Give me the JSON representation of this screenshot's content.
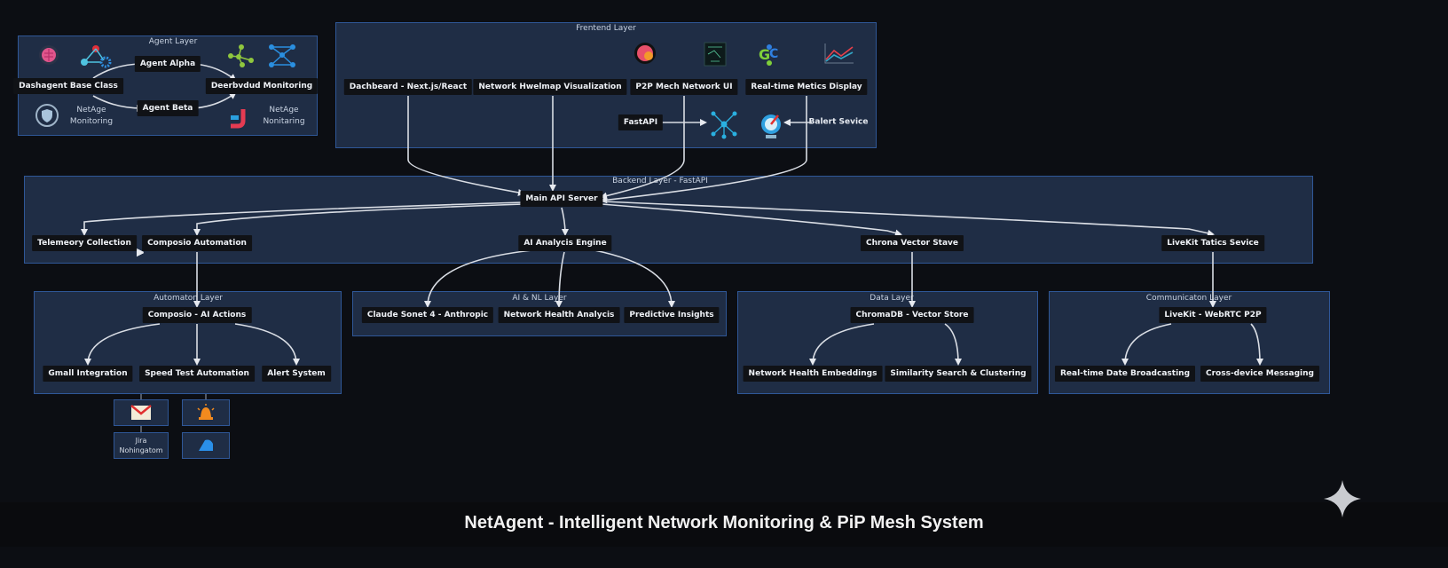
{
  "footer": {
    "title": "NetAgent - Intelligent Network Monitoring & PiP Mesh System"
  },
  "layers": {
    "agent": {
      "title": "Agent Layer",
      "nodes": {
        "base": "Dashagent Base Class",
        "alpha": "Agent Alpha",
        "beta": "Agent Beta",
        "monitor": "Deerbvdud Monitoring"
      },
      "labels": {
        "left": "NetAge\nMonitoring",
        "right": "NetAge\nNonitaring"
      }
    },
    "frontend": {
      "title": "Frentend Layer",
      "nodes": {
        "dashboard": "Dachbeard - Next.js/React",
        "heatmap": "Network Hwelmap Visualization",
        "p2p": "P2P Mech Network UI",
        "metrics": "Real-time Metics Display",
        "fastapi": "FastAPI",
        "alert": "Balert Sevice"
      }
    },
    "backend": {
      "title": "Backend Layer - FastAPI",
      "nodes": {
        "main": "Main API Server",
        "telemetry": "Telemeory Collection",
        "composio": "Composio Automation",
        "ai": "AI Analycis Engine",
        "chroma": "Chrona Vector Stave",
        "livekit": "LiveKit Tatics Sevice"
      }
    },
    "automation": {
      "title": "Automaton Layer",
      "nodes": {
        "composio": "Composio - AI Actions",
        "gmail": "Gmall Integration",
        "speed": "Speed Test Automation",
        "alert": "Alert System"
      },
      "icon_boxes": {
        "jira": "Jira\nNohingatom"
      }
    },
    "ai": {
      "title": "AI & NL Layer",
      "nodes": {
        "claude": "Claude Sonet 4 - Anthropic",
        "health": "Network Health Analycis",
        "predictive": "Predictive Insights"
      }
    },
    "data": {
      "title": "Data Layer",
      "nodes": {
        "chroma": "ChromaDB - Vector Store",
        "embeddings": "Network Health Embeddings",
        "similarity": "Similarity Search & Clustering"
      }
    },
    "communication": {
      "title": "Communicaton Layer",
      "nodes": {
        "livekit": "LiveKit - WebRTC P2P",
        "broadcast": "Real-time Date Broadcasting",
        "messaging": "Cross-device Messaging"
      }
    }
  },
  "colors": {
    "background": "#0c0e13",
    "layer_fill": "#1f2d45",
    "layer_border": "#2f5797",
    "node_fill": "#101216"
  }
}
